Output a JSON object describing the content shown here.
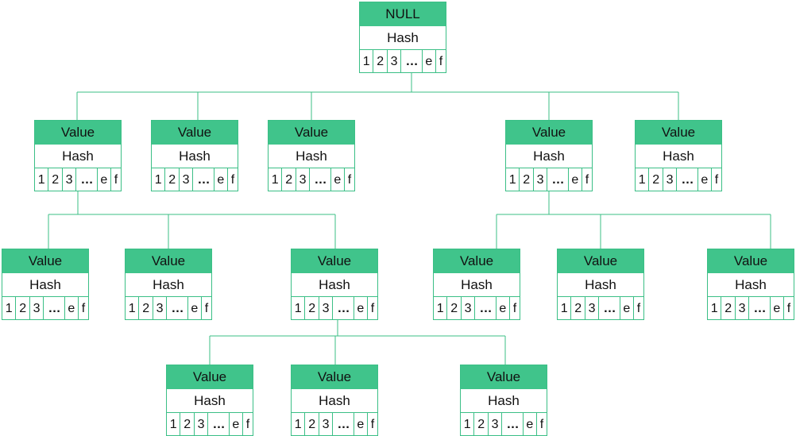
{
  "diagram": {
    "accent_color": "#40c48b",
    "line_color": "#3bbf86",
    "slots": [
      "1",
      "2",
      "3",
      "…",
      "e",
      "f"
    ],
    "hash_label": "Hash",
    "root": {
      "value": "NULL"
    },
    "level1": [
      {
        "value": "Value"
      },
      {
        "value": "Value"
      },
      {
        "value": "Value"
      },
      {
        "value": "Value"
      },
      {
        "value": "Value"
      }
    ],
    "level2": [
      {
        "value": "Value"
      },
      {
        "value": "Value"
      },
      {
        "value": "Value"
      },
      {
        "value": "Value"
      },
      {
        "value": "Value"
      },
      {
        "value": "Value"
      }
    ],
    "level3": [
      {
        "value": "Value"
      },
      {
        "value": "Value"
      },
      {
        "value": "Value"
      }
    ]
  }
}
